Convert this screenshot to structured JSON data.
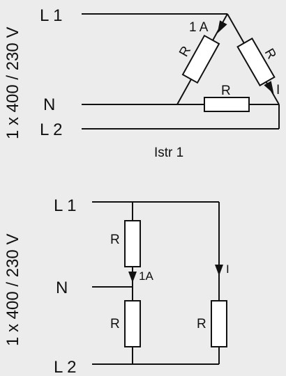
{
  "colors": {
    "background": "#ececec",
    "line": "#111111",
    "resistor_fill": "#ffffff"
  },
  "diagram_top": {
    "supply_label": "1 x 400 / 230 V",
    "l1_label": "L 1",
    "n_label": "N",
    "l2_label": "L 2",
    "current_1a_label": "1 A",
    "current_i_label": "I",
    "resistor_labels": [
      "R",
      "R",
      "R"
    ],
    "caption": "Istr 1"
  },
  "diagram_bottom": {
    "supply_label": "1 x 400 / 230 V",
    "l1_label": "L 1",
    "n_label": "N",
    "l2_label": "L 2",
    "current_1a_label": "1A",
    "current_i_label": "I",
    "resistor_labels": [
      "R",
      "R",
      "R"
    ]
  }
}
